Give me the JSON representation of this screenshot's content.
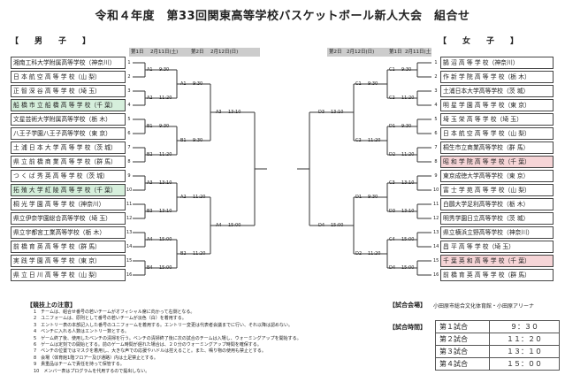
{
  "title": "令和４年度　第33回関東高等学校バスケットボール新人大会　組合せ",
  "left": {
    "label": "【　　男　　子　　】",
    "rounds": {
      "r1": "第1日",
      "r1_date": "2月11日(土)",
      "r2": "第2日",
      "r2_date": "2月12日(日)"
    },
    "teams": [
      {
        "name": "湘南工科大学附属高等学校（神奈川）",
        "hl": ""
      },
      {
        "name": "日 本 航 空 高 等 学 校（山 梨）",
        "hl": ""
      },
      {
        "name": "正 智 深 谷 高 等 学 校（埼 玉）",
        "hl": ""
      },
      {
        "name": "船 橋 市 立 船 橋 高 等 学 校（千 葉）",
        "hl": "green"
      },
      {
        "name": "文星芸術大学附属高等学校（栃 木）",
        "hl": ""
      },
      {
        "name": "八王子学園八王子高等学校（東 京）",
        "hl": ""
      },
      {
        "name": "土 浦 日 本 大 学 高 等 学 校（茨 城）",
        "hl": ""
      },
      {
        "name": "県 立 前 橋 商 業 高 等 学 校（群 馬）",
        "hl": ""
      },
      {
        "name": "つ く ば 秀 英 高 等 学 校（茨 城）",
        "hl": ""
      },
      {
        "name": "拓 殖 大 学 紅 陵 高 等 学 校（千 葉）",
        "hl": "green"
      },
      {
        "name": "桐 光 学 園 高 等 学 校（神奈川）",
        "hl": ""
      },
      {
        "name": "県立伊奈学園総合高等学校（埼 玉）",
        "hl": ""
      },
      {
        "name": "県立宇都宮工業高等学校（栃 木）",
        "hl": ""
      },
      {
        "name": "前 橋 育 英 高 等 学 校（群 馬）",
        "hl": ""
      },
      {
        "name": "実 践 学 園 高 等 学 校（東 京）",
        "hl": ""
      },
      {
        "name": "県 立 日 川 高 等 学 校（山 梨）",
        "hl": ""
      }
    ],
    "games": [
      {
        "id": "A1",
        "time": "9:30"
      },
      {
        "id": "A2",
        "time": "11:20"
      },
      {
        "id": "B1",
        "time": "9:30"
      },
      {
        "id": "B2",
        "time": "11:20"
      },
      {
        "id": "A3",
        "time": "13:10"
      },
      {
        "id": "B3",
        "time": "13:10"
      },
      {
        "id": "A4",
        "time": "15:00"
      },
      {
        "id": "B4",
        "time": "15:00"
      },
      {
        "id": "A1",
        "time": "9:30"
      },
      {
        "id": "B1",
        "time": "9:30"
      },
      {
        "id": "A2",
        "time": "11:20"
      },
      {
        "id": "B2",
        "time": "11:20"
      },
      {
        "id": "A3",
        "time": "13:10"
      },
      {
        "id": "A4",
        "time": "15:00"
      }
    ]
  },
  "right": {
    "label": "【　　女　　子　　】",
    "rounds": {
      "r1": "第1日",
      "r1_date": "2月11日(土)",
      "r2": "第2日",
      "r2_date": "2月12日(日)"
    },
    "teams": [
      {
        "name": "鵠 沼 高 等 学 校（神奈川）",
        "hl": ""
      },
      {
        "name": "作 新 学 院 高 等 学 校（栃 木）",
        "hl": ""
      },
      {
        "name": "土浦日本大学高等学校（茨 城）",
        "hl": ""
      },
      {
        "name": "明 星 学 園 高 等 学 校（東 京）",
        "hl": ""
      },
      {
        "name": "埼 玉 栄 高 等 学 校（埼 玉）",
        "hl": ""
      },
      {
        "name": "日 本 航 空 高 等 学 校（山 梨）",
        "hl": ""
      },
      {
        "name": "桐生市立商業高等学校（群 馬）",
        "hl": ""
      },
      {
        "name": "昭 和 学 院 高 等 学 校（千 葉）",
        "hl": "pink"
      },
      {
        "name": "東京成徳大学高等学校（東 京）",
        "hl": ""
      },
      {
        "name": "富 士 学 苑 高 等 学 校（山 梨）",
        "hl": ""
      },
      {
        "name": "白鷗大学足利高等学校（栃 木）",
        "hl": ""
      },
      {
        "name": "明秀学園日立高等学校（茨 城）",
        "hl": ""
      },
      {
        "name": "県立横浜立野高等学校（神奈川）",
        "hl": ""
      },
      {
        "name": "昌 平 高 等 学 校（埼 玉）",
        "hl": ""
      },
      {
        "name": "千 葉 英 和 高 等 学 校（千 葉）",
        "hl": "pink"
      },
      {
        "name": "前 橋 育 英 高 等 学 校（群 馬）",
        "hl": ""
      }
    ],
    "games": [
      {
        "id": "C1",
        "time": "9:30"
      },
      {
        "id": "C2",
        "time": "11:20"
      },
      {
        "id": "D1",
        "time": "9:30"
      },
      {
        "id": "D2",
        "time": "11:20"
      },
      {
        "id": "C3",
        "time": "13:10"
      },
      {
        "id": "D3",
        "time": "13:10"
      },
      {
        "id": "C4",
        "time": "15:00"
      },
      {
        "id": "D4",
        "time": "15:00"
      },
      {
        "id": "C1",
        "time": "9:30"
      },
      {
        "id": "C2",
        "time": "11:20"
      },
      {
        "id": "D1",
        "time": "9:30"
      },
      {
        "id": "D2",
        "time": "11:20"
      },
      {
        "id": "D3",
        "time": "13:10"
      },
      {
        "id": "D4",
        "time": "15:00"
      }
    ]
  },
  "rules": {
    "title": "【競技上の注意】",
    "items": [
      "1　チームは、組合せ番号の若いチームがオフィシャル席に向かって右側となる。",
      "2　ユニフォームは、原則として番号の若いチームが淡色（白）を着用する。",
      "3　エントリー表の本部記入した番号のユニフォームを着用する。エントリー変更は代表者会議までに行い、それ以降は認めない。",
      "4　ベンチに入れる人数はエントリー数とする。",
      "5　ゲーム終了後、使用したベンチの清掃を行う。ベンチの清掃終了後に次の試合のチームは入場し、ウォーミングアップを開始する。",
      "6　ゲームは定刻での開始とする。前のゲーム時間が遅れた場合は、２０分のウォーミングアップ時間を確保する。",
      "7　ベンチの位置ではマスクを着用し、大きな声での応援やハドルは控えること。また、鳴り物の使用も禁止とする。",
      "8　会場（体育館1階フロアー及び通路）内は土足禁止とする。",
      "9　貴重品はチームで責任を持って保管する。",
      "10　メンバー表はプログラムを代用するので提出しない。"
    ]
  },
  "venue": {
    "label": "【試合会場】",
    "value": "小田原市総合文化体育館・小田原アリーナ"
  },
  "schedule": {
    "label": "【試合時間】",
    "rows": [
      {
        "name": "第１試合",
        "time": "９：３０"
      },
      {
        "name": "第２試合",
        "time": "１１：２０"
      },
      {
        "name": "第３試合",
        "time": "１３：１０"
      },
      {
        "name": "第４試合",
        "time": "１５：００"
      }
    ]
  }
}
